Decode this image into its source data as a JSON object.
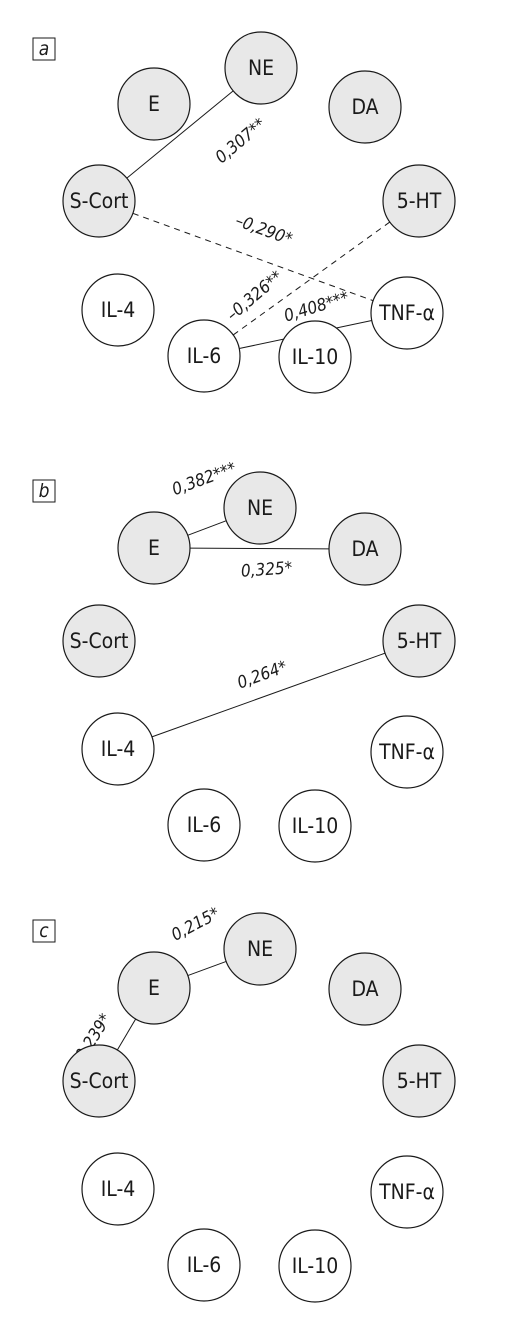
{
  "colors": {
    "hormone_fill": "#e8e8e8",
    "cytokine_fill": "#ffffff",
    "stroke": "#1a1a1a"
  },
  "panels": [
    {
      "label": "a",
      "nodes": [
        {
          "id": "NE",
          "label": "NE",
          "type": "hormone"
        },
        {
          "id": "E",
          "label": "E",
          "type": "hormone"
        },
        {
          "id": "DA",
          "label": "DA",
          "type": "hormone"
        },
        {
          "id": "S-Cort",
          "label": "S-Cort",
          "type": "hormone"
        },
        {
          "id": "5-HT",
          "label": "5-HT",
          "type": "hormone"
        },
        {
          "id": "IL-4",
          "label": "IL-4",
          "type": "cytokine"
        },
        {
          "id": "TNF-a",
          "label": "TNF-α",
          "type": "cytokine"
        },
        {
          "id": "IL-6",
          "label": "IL-6",
          "type": "cytokine"
        },
        {
          "id": "IL-10",
          "label": "IL-10",
          "type": "cytokine"
        }
      ],
      "edges": [
        {
          "from": "S-Cort",
          "to": "NE",
          "value": "0,307**",
          "style": "solid"
        },
        {
          "from": "S-Cort",
          "to": "TNF-a",
          "value": "–0,290*",
          "style": "dashed"
        },
        {
          "from": "IL-6",
          "to": "5-HT",
          "value": "–0,326**",
          "style": "dashed"
        },
        {
          "from": "IL-6",
          "to": "TNF-a",
          "value": "0,408***",
          "style": "solid"
        }
      ]
    },
    {
      "label": "b",
      "nodes": [
        {
          "id": "E",
          "label": "E",
          "type": "hormone"
        },
        {
          "id": "NE",
          "label": "NE",
          "type": "hormone"
        },
        {
          "id": "DA",
          "label": "DA",
          "type": "hormone"
        },
        {
          "id": "S-Cort",
          "label": "S-Cort",
          "type": "hormone"
        },
        {
          "id": "5-HT",
          "label": "5-HT",
          "type": "hormone"
        },
        {
          "id": "IL-4",
          "label": "IL-4",
          "type": "cytokine"
        },
        {
          "id": "TNF-a",
          "label": "TNF-α",
          "type": "cytokine"
        },
        {
          "id": "IL-6",
          "label": "IL-6",
          "type": "cytokine"
        },
        {
          "id": "IL-10",
          "label": "IL-10",
          "type": "cytokine"
        }
      ],
      "edges": [
        {
          "from": "E",
          "to": "NE",
          "value": "0,382***",
          "style": "solid"
        },
        {
          "from": "E",
          "to": "DA",
          "value": "0,325*",
          "style": "solid"
        },
        {
          "from": "IL-4",
          "to": "5-HT",
          "value": "0,264*",
          "style": "solid"
        }
      ]
    },
    {
      "label": "c",
      "nodes": [
        {
          "id": "NE",
          "label": "NE",
          "type": "hormone"
        },
        {
          "id": "E",
          "label": "E",
          "type": "hormone"
        },
        {
          "id": "DA",
          "label": "DA",
          "type": "hormone"
        },
        {
          "id": "S-Cort",
          "label": "S-Cort",
          "type": "hormone"
        },
        {
          "id": "5-HT",
          "label": "5-HT",
          "type": "hormone"
        },
        {
          "id": "IL-4",
          "label": "IL-4",
          "type": "cytokine"
        },
        {
          "id": "TNF-a",
          "label": "TNF-α",
          "type": "cytokine"
        },
        {
          "id": "IL-6",
          "label": "IL-6",
          "type": "cytokine"
        },
        {
          "id": "IL-10",
          "label": "IL-10",
          "type": "cytokine"
        }
      ],
      "edges": [
        {
          "from": "E",
          "to": "NE",
          "value": "0,215*",
          "style": "solid"
        },
        {
          "from": "S-Cort",
          "to": "E",
          "value": "0,239*",
          "style": "solid"
        }
      ]
    }
  ]
}
